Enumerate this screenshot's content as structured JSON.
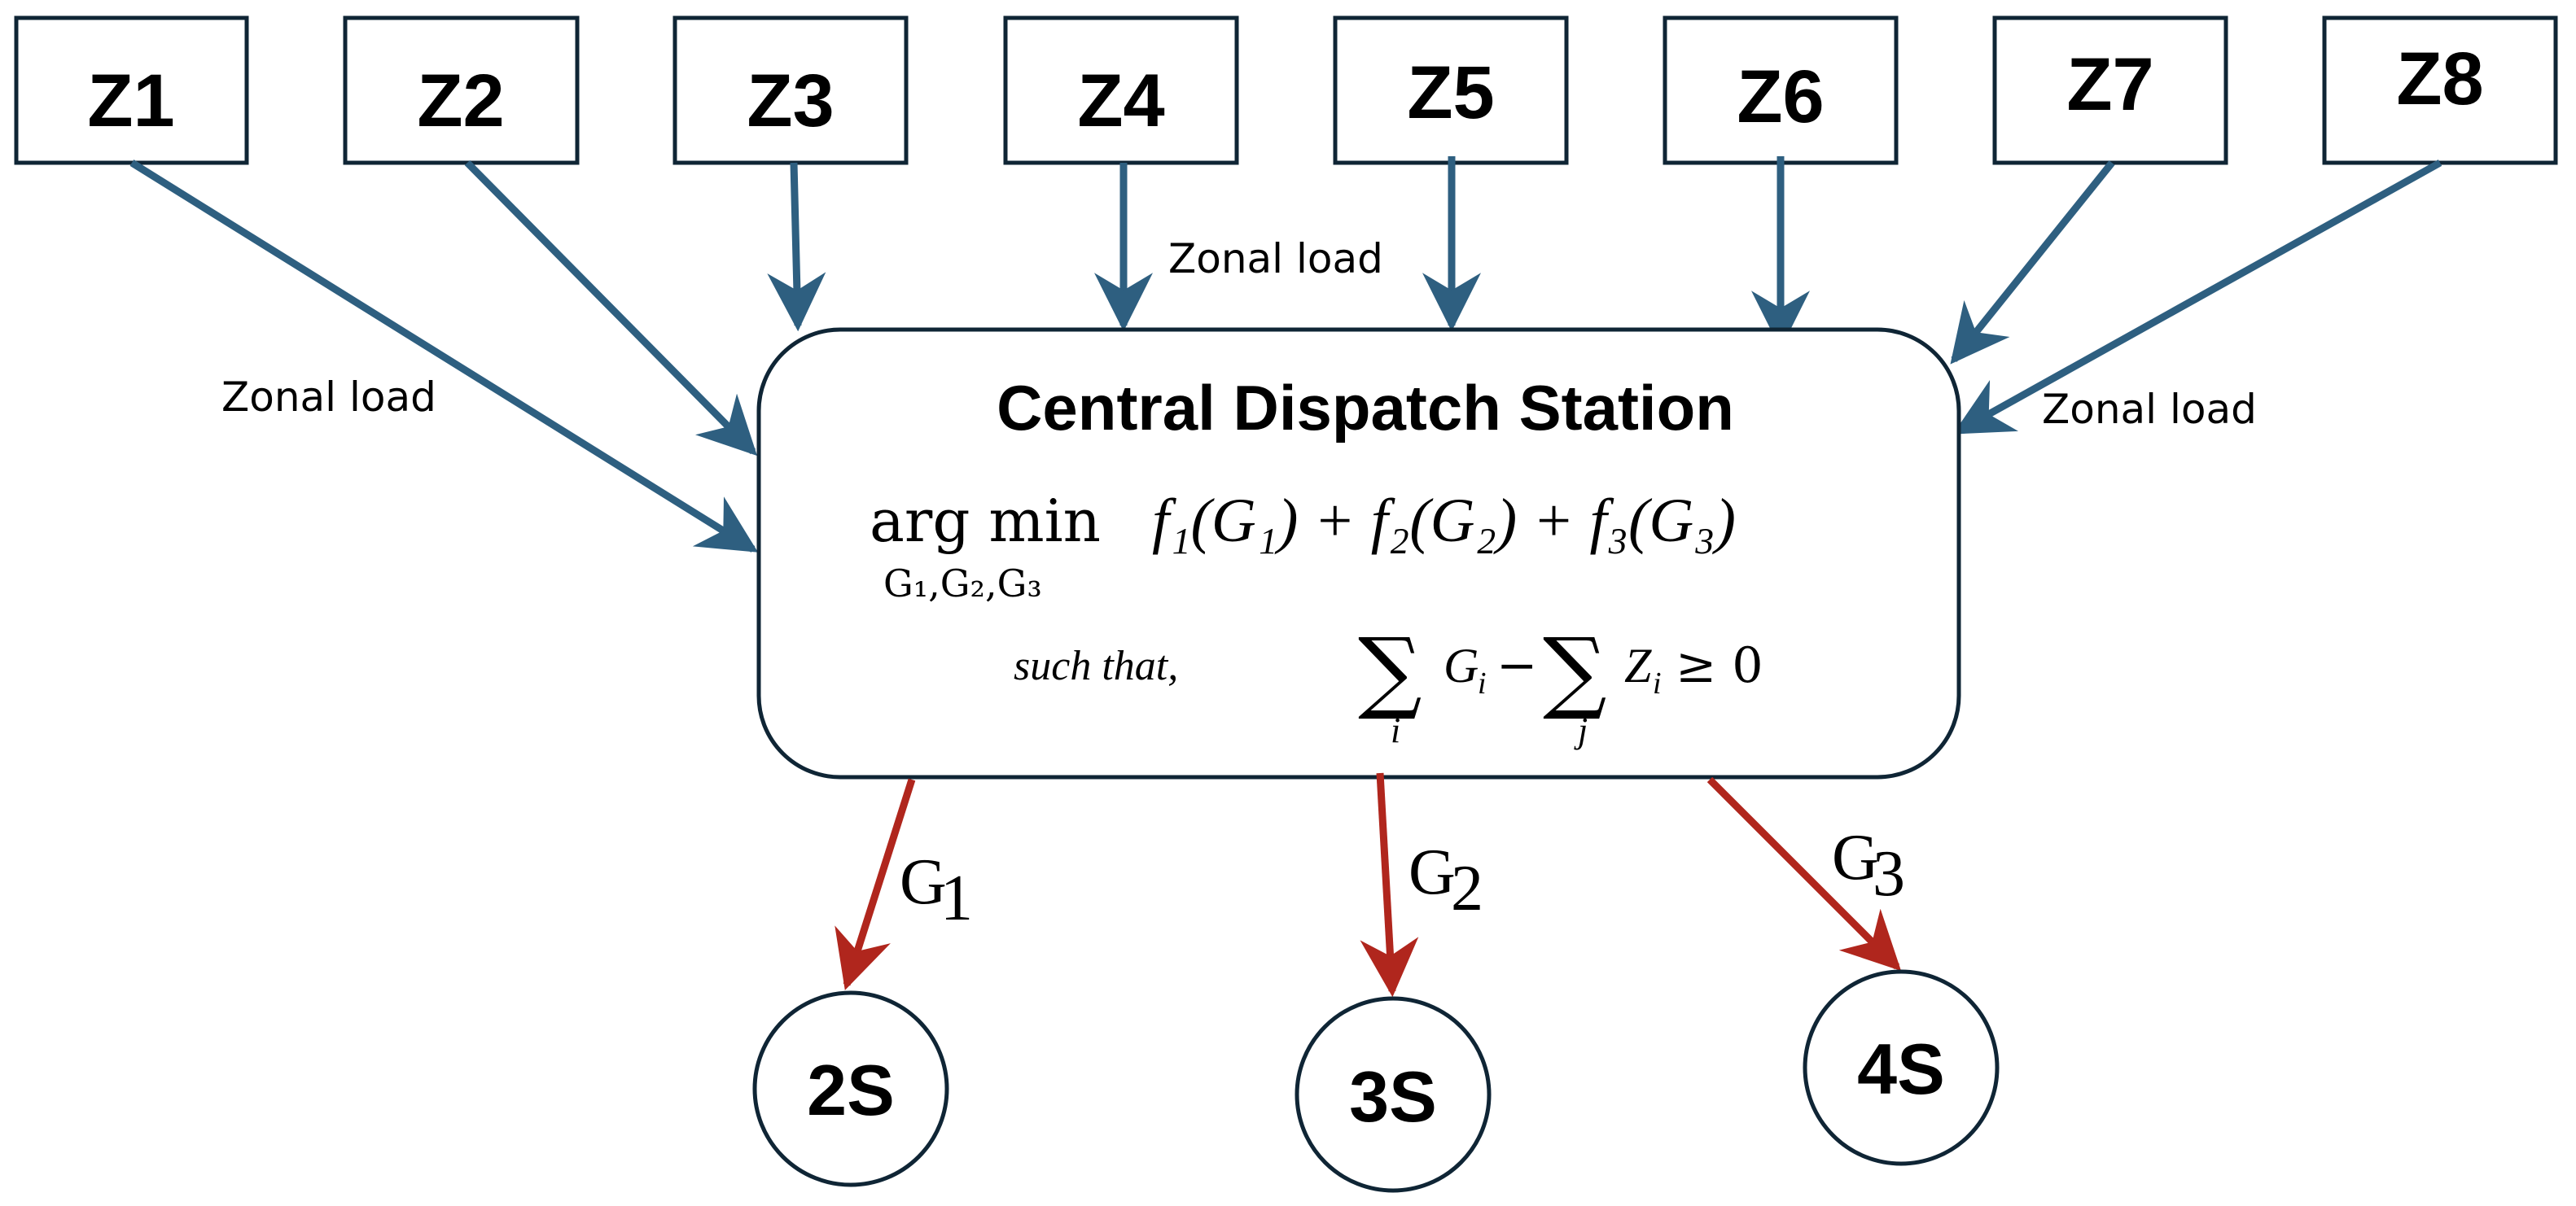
{
  "zones": [
    {
      "id": "Z1",
      "label": "Z1"
    },
    {
      "id": "Z2",
      "label": "Z2"
    },
    {
      "id": "Z3",
      "label": "Z3"
    },
    {
      "id": "Z4",
      "label": "Z4"
    },
    {
      "id": "Z5",
      "label": "Z5"
    },
    {
      "id": "Z6",
      "label": "Z6"
    },
    {
      "id": "Z7",
      "label": "Z7"
    },
    {
      "id": "Z8",
      "label": "Z8"
    }
  ],
  "edge_labels": {
    "left": "Zonal load",
    "center": "Zonal load",
    "right": "Zonal load"
  },
  "station": {
    "title": "Central Dispatch Station",
    "objective": {
      "operator": "arg min",
      "variables": "G₁,G₂,G₃",
      "expression": "f₁(G₁) + f₂(G₂) + f₃(G₃)"
    },
    "constraint": {
      "prefix": "such that,",
      "sum1_symbol": "∑",
      "sum1_index": "i",
      "term1": "G",
      "term1_sub": "i",
      "minus": "−",
      "sum2_symbol": "∑",
      "sum2_index": "j",
      "term2": "Z",
      "term2_sub": "i",
      "relation": "≥ 0"
    }
  },
  "generators": [
    {
      "flow_label": "G",
      "flow_sub": "1",
      "node_label": "2S"
    },
    {
      "flow_label": "G",
      "flow_sub": "2",
      "node_label": "3S"
    },
    {
      "flow_label": "G",
      "flow_sub": "3",
      "node_label": "4S"
    }
  ],
  "colors": {
    "load_arrow": "#2e5f80",
    "generation_arrow": "#b0261d",
    "outline": "#0f2535"
  }
}
